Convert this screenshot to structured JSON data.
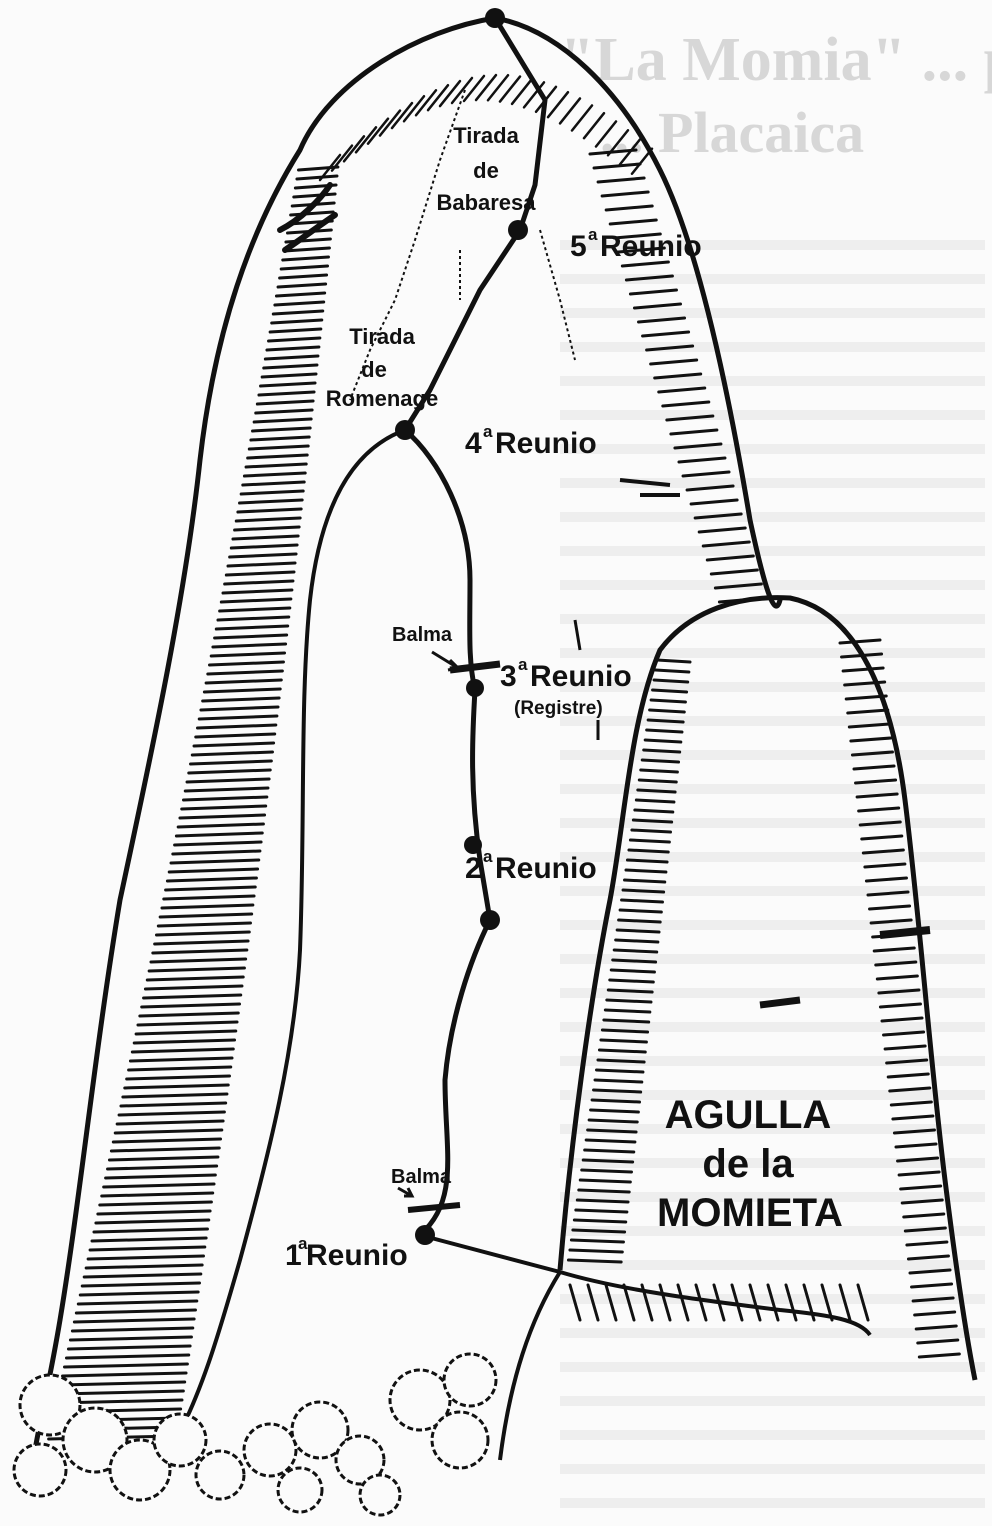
{
  "background_page": {
    "title_line1": "\"La Momia\" ... per la",
    "title_line2": "... Placaica"
  },
  "labels": {
    "tirada_babaresa": [
      "Tirada",
      "de",
      "Babaresa"
    ],
    "tirada_romenage": [
      "Tirada",
      "de",
      "Romenage"
    ],
    "reunio5": {
      "num": "5",
      "sup": "a",
      "word": "Reunio"
    },
    "reunio4": {
      "num": "4",
      "sup": "a",
      "word": "Reunio"
    },
    "reunio3": {
      "num": "3",
      "sup": "a",
      "word": "Reunio"
    },
    "registre": "(Registre)",
    "reunio2": {
      "num": "2",
      "sup": "a",
      "word": "Reunio"
    },
    "reunio1": {
      "num": "1",
      "sup": "a",
      "word": "Reunio"
    },
    "balma_upper": "Balma",
    "balma_lower": "Balma",
    "agulla": [
      "AGULLA",
      "de la",
      "MOMIETA"
    ]
  },
  "colors": {
    "ink": "#111111",
    "paper": "#fbfbfb",
    "ghost_text": "#d7d7d7"
  }
}
